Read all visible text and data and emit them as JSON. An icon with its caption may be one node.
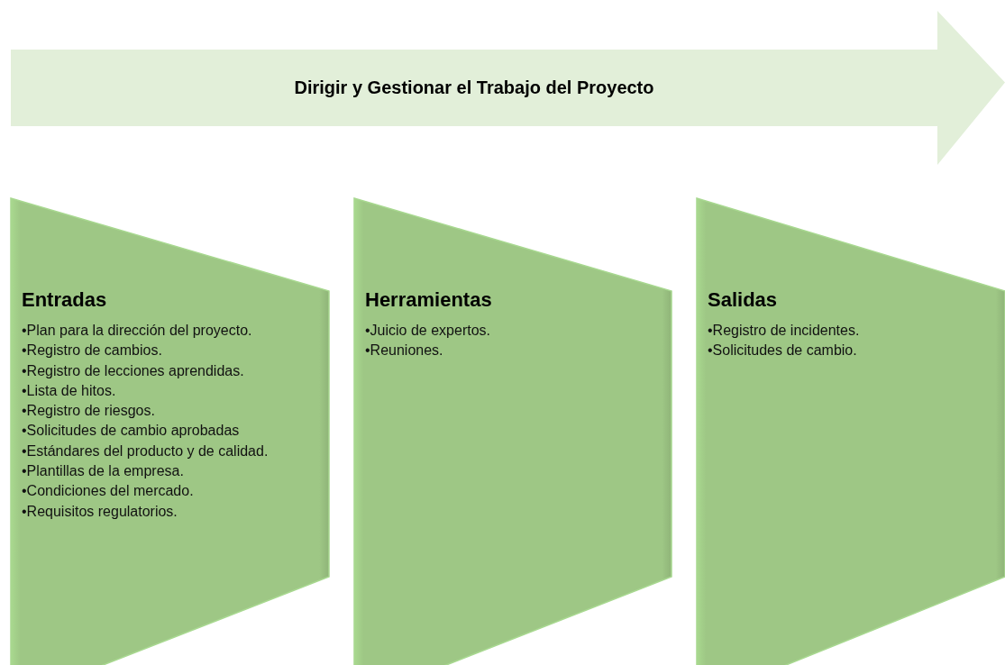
{
  "diagram": {
    "nodes": [
      {
        "text": [
          "Dirigir y Gestionar el Trabajo del Proyecto"
        ]
      },
      {
        "text": [
          "Entradas",
          "•Plan para la dirección del proyecto.",
          "•Registro de cambios.",
          "•Registro de lecciones aprendidas.",
          "•Lista de hitos.",
          "•Registro de riesgos.",
          "•Solicitudes de cambio aprobadas",
          "•Estándares del producto y de calidad.",
          "•Plantillas de la empresa.",
          "•Condiciones del mercado.",
          "•Requisitos regulatorios."
        ]
      },
      {
        "text": [
          "Herramientas",
          "•Juicio de expertos.",
          "•Reuniones."
        ]
      },
      {
        "text": [
          "Salidas",
          "•Registro de incidentes.",
          "•Solicitudes de cambio."
        ]
      }
    ]
  }
}
